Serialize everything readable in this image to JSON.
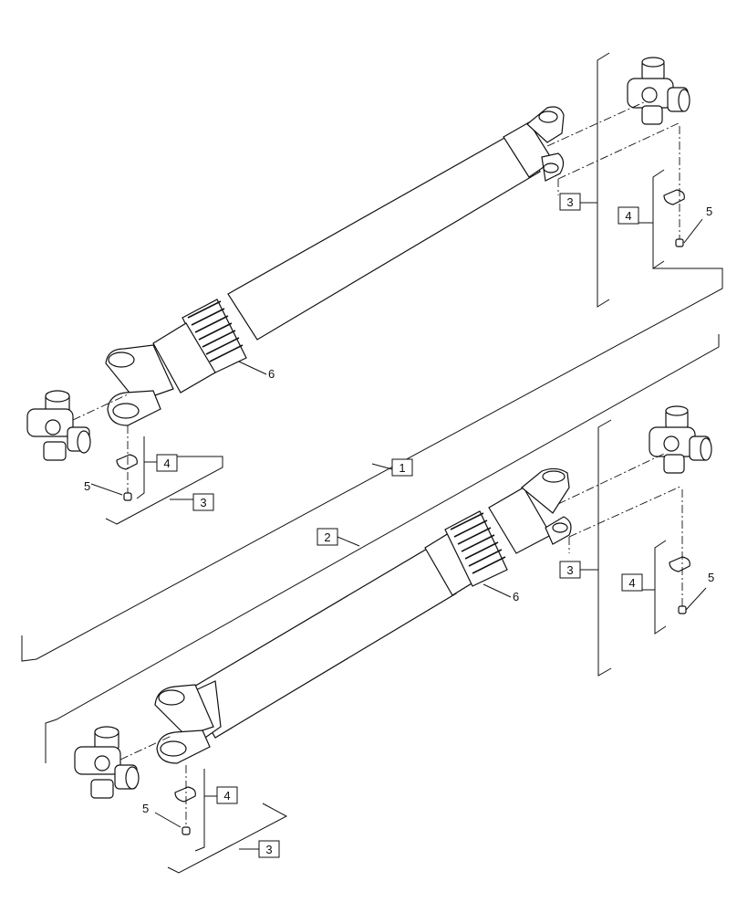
{
  "callouts": {
    "assembly_1": "1",
    "assembly_2": "2",
    "top_right_yoke": "3",
    "top_right_bolt_group": "4",
    "top_right_bolt": "5",
    "top_left_bolt_group": "4",
    "top_left_bolt": "5",
    "top_left_yoke": "3",
    "top_boot": "6",
    "bottom_right_yoke": "3",
    "bottom_right_bolt_group": "4",
    "bottom_right_bolt": "5",
    "bottom_boot": "6",
    "bottom_left_bolt_group": "4",
    "bottom_left_bolt": "5",
    "bottom_left_yoke": "3"
  }
}
